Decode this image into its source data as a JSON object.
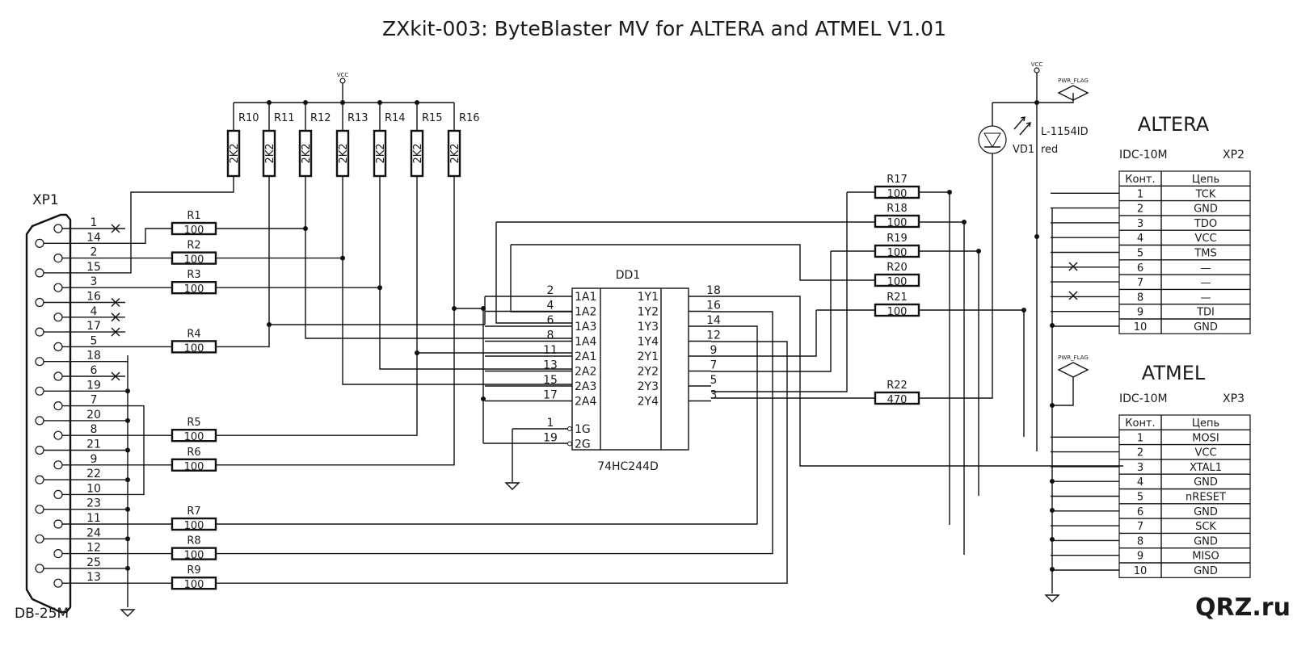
{
  "title": "ZXkit-003: ByteBlaster MV for ALTERA and ATMEL  V1.01",
  "power": {
    "vcc_label": "VCC",
    "pwr_flag_label": "PWR_FLAG"
  },
  "xp1": {
    "ref": "XP1",
    "type": "DB-25M",
    "pins_top_row": [
      "1",
      "2",
      "3",
      "4",
      "5",
      "6",
      "7",
      "8",
      "9",
      "10",
      "11",
      "12",
      "13"
    ],
    "pins_bottom_row": [
      "14",
      "15",
      "16",
      "17",
      "18",
      "19",
      "20",
      "21",
      "22",
      "23",
      "24",
      "25"
    ]
  },
  "pullups": [
    {
      "ref": "R10",
      "value": "2K2"
    },
    {
      "ref": "R11",
      "value": "2K2"
    },
    {
      "ref": "R12",
      "value": "2K2"
    },
    {
      "ref": "R13",
      "value": "2K2"
    },
    {
      "ref": "R14",
      "value": "2K2"
    },
    {
      "ref": "R15",
      "value": "2K2"
    },
    {
      "ref": "R16",
      "value": "2K2"
    }
  ],
  "input_resistors": [
    {
      "ref": "R1",
      "value": "100"
    },
    {
      "ref": "R2",
      "value": "100"
    },
    {
      "ref": "R3",
      "value": "100"
    },
    {
      "ref": "R4",
      "value": "100"
    },
    {
      "ref": "R5",
      "value": "100"
    },
    {
      "ref": "R6",
      "value": "100"
    },
    {
      "ref": "R7",
      "value": "100"
    },
    {
      "ref": "R8",
      "value": "100"
    },
    {
      "ref": "R9",
      "value": "100"
    }
  ],
  "output_resistors": [
    {
      "ref": "R17",
      "value": "100"
    },
    {
      "ref": "R18",
      "value": "100"
    },
    {
      "ref": "R19",
      "value": "100"
    },
    {
      "ref": "R20",
      "value": "100"
    },
    {
      "ref": "R21",
      "value": "100"
    },
    {
      "ref": "R22",
      "value": "470"
    }
  ],
  "ic": {
    "ref": "DD1",
    "part": "74HC244D",
    "left_pins": [
      {
        "num": "2",
        "name": "1A1"
      },
      {
        "num": "4",
        "name": "1A2"
      },
      {
        "num": "6",
        "name": "1A3"
      },
      {
        "num": "8",
        "name": "1A4"
      },
      {
        "num": "11",
        "name": "2A1"
      },
      {
        "num": "13",
        "name": "2A2"
      },
      {
        "num": "15",
        "name": "2A3"
      },
      {
        "num": "17",
        "name": "2A4"
      }
    ],
    "enable_pins": [
      {
        "num": "1",
        "name": "1G"
      },
      {
        "num": "19",
        "name": "2G"
      }
    ],
    "right_pins": [
      {
        "num": "18",
        "name": "1Y1"
      },
      {
        "num": "16",
        "name": "1Y2"
      },
      {
        "num": "14",
        "name": "1Y3"
      },
      {
        "num": "12",
        "name": "1Y4"
      },
      {
        "num": "9",
        "name": "2Y1"
      },
      {
        "num": "7",
        "name": "2Y2"
      },
      {
        "num": "5",
        "name": "2Y3"
      },
      {
        "num": "3",
        "name": "2Y4"
      }
    ]
  },
  "led": {
    "ref": "VD1",
    "part": "L-1154ID",
    "color": "red"
  },
  "altera": {
    "title": "ALTERA",
    "connector": "IDC-10M",
    "ref": "XP2",
    "headers": [
      "Конт.",
      "Цепь"
    ],
    "rows": [
      [
        "1",
        "TCK"
      ],
      [
        "2",
        "GND"
      ],
      [
        "3",
        "TDO"
      ],
      [
        "4",
        "VCC"
      ],
      [
        "5",
        "TMS"
      ],
      [
        "6",
        "—"
      ],
      [
        "7",
        "—"
      ],
      [
        "8",
        "—"
      ],
      [
        "9",
        "TDI"
      ],
      [
        "10",
        "GND"
      ]
    ]
  },
  "atmel": {
    "title": "ATMEL",
    "connector": "IDC-10M",
    "ref": "XP3",
    "headers": [
      "Конт.",
      "Цепь"
    ],
    "rows": [
      [
        "1",
        "MOSI"
      ],
      [
        "2",
        "VCC"
      ],
      [
        "3",
        "XTAL1"
      ],
      [
        "4",
        "GND"
      ],
      [
        "5",
        "nRESET"
      ],
      [
        "6",
        "GND"
      ],
      [
        "7",
        "SCK"
      ],
      [
        "8",
        "GND"
      ],
      [
        "9",
        "MISO"
      ],
      [
        "10",
        "GND"
      ]
    ]
  },
  "watermark": "QRZ.ru"
}
